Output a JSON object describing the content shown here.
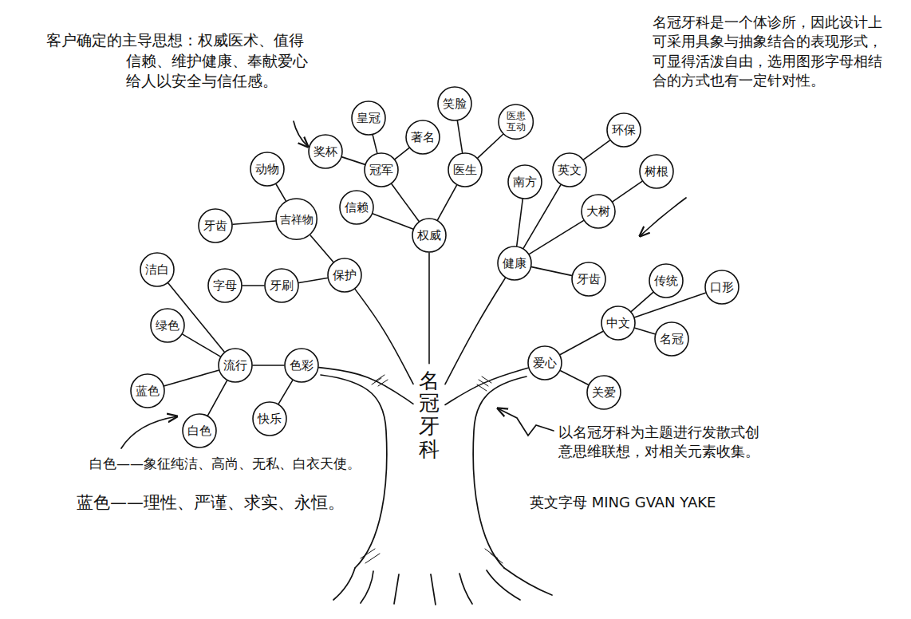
{
  "diagram": {
    "nodes": [
      {
        "text": [
          "名冠牙科"
        ]
      },
      {
        "text": [
          "权威"
        ]
      },
      {
        "text": [
          "信赖"
        ]
      },
      {
        "text": [
          "冠军"
        ]
      },
      {
        "text": [
          "奖杯"
        ]
      },
      {
        "text": [
          "皇冠"
        ]
      },
      {
        "text": [
          "著名"
        ]
      },
      {
        "text": [
          "医生"
        ]
      },
      {
        "text": [
          "笑脸"
        ]
      },
      {
        "text": [
          "医患互动"
        ]
      },
      {
        "text": [
          "保护"
        ]
      },
      {
        "text": [
          "吉祥物"
        ]
      },
      {
        "text": [
          "动物"
        ]
      },
      {
        "text": [
          "牙齿"
        ]
      },
      {
        "text": [
          "牙刷"
        ]
      },
      {
        "text": [
          "字母"
        ]
      },
      {
        "text": [
          "色彩"
        ]
      },
      {
        "text": [
          "快乐"
        ]
      },
      {
        "text": [
          "流行"
        ]
      },
      {
        "text": [
          "洁白"
        ]
      },
      {
        "text": [
          "绿色"
        ]
      },
      {
        "text": [
          "蓝色"
        ]
      },
      {
        "text": [
          "白色"
        ]
      },
      {
        "text": [
          "健康"
        ]
      },
      {
        "text": [
          "牙齿"
        ]
      },
      {
        "text": [
          "南方"
        ]
      },
      {
        "text": [
          "英文"
        ]
      },
      {
        "text": [
          "环保"
        ]
      },
      {
        "text": [
          "大树"
        ]
      },
      {
        "text": [
          "树根"
        ]
      },
      {
        "text": [
          "爱心"
        ]
      },
      {
        "text": [
          "关爱"
        ]
      },
      {
        "text": [
          "中文"
        ]
      },
      {
        "text": [
          "传统"
        ]
      },
      {
        "text": [
          "口形"
        ]
      },
      {
        "text": [
          "名冠"
        ]
      }
    ],
    "edges": [
      {
        "from": 0,
        "to": 1,
        "arrow": "none"
      },
      {
        "from": 0,
        "to": 10,
        "arrow": "none"
      },
      {
        "from": 0,
        "to": 16,
        "arrow": "none"
      },
      {
        "from": 0,
        "to": 23,
        "arrow": "none"
      },
      {
        "from": 0,
        "to": 30,
        "arrow": "none"
      },
      {
        "from": 1,
        "to": 2,
        "arrow": "none"
      },
      {
        "from": 1,
        "to": 3,
        "arrow": "none"
      },
      {
        "from": 1,
        "to": 7,
        "arrow": "none"
      },
      {
        "from": 3,
        "to": 4,
        "arrow": "none"
      },
      {
        "from": 3,
        "to": 5,
        "arrow": "none"
      },
      {
        "from": 3,
        "to": 6,
        "arrow": "none"
      },
      {
        "from": 7,
        "to": 8,
        "arrow": "none"
      },
      {
        "from": 7,
        "to": 9,
        "arrow": "none"
      },
      {
        "from": 10,
        "to": 11,
        "arrow": "none"
      },
      {
        "from": 10,
        "to": 14,
        "arrow": "none"
      },
      {
        "from": 11,
        "to": 12,
        "arrow": "none"
      },
      {
        "from": 11,
        "to": 13,
        "arrow": "none"
      },
      {
        "from": 14,
        "to": 15,
        "arrow": "none"
      },
      {
        "from": 16,
        "to": 17,
        "arrow": "none"
      },
      {
        "from": 16,
        "to": 18,
        "arrow": "none"
      },
      {
        "from": 18,
        "to": 19,
        "arrow": "none"
      },
      {
        "from": 18,
        "to": 20,
        "arrow": "none"
      },
      {
        "from": 18,
        "to": 21,
        "arrow": "none"
      },
      {
        "from": 18,
        "to": 22,
        "arrow": "none"
      },
      {
        "from": 23,
        "to": 24,
        "arrow": "none"
      },
      {
        "from": 23,
        "to": 25,
        "arrow": "none"
      },
      {
        "from": 23,
        "to": 26,
        "arrow": "none"
      },
      {
        "from": 23,
        "to": 28,
        "arrow": "none"
      },
      {
        "from": 26,
        "to": 27,
        "arrow": "none"
      },
      {
        "from": 28,
        "to": 29,
        "arrow": "none"
      },
      {
        "from": 30,
        "to": 31,
        "arrow": "none"
      },
      {
        "from": 30,
        "to": 32,
        "arrow": "none"
      },
      {
        "from": 32,
        "to": 33,
        "arrow": "none"
      },
      {
        "from": 32,
        "to": 34,
        "arrow": "none"
      },
      {
        "from": 32,
        "to": 35,
        "arrow": "none"
      }
    ],
    "labels": [
      "客户确定的主导思想：权威医术、值得信赖、维护健康、奉献爱心给人以安全与信任感。",
      "名冠牙科是一个体诊所，因此设计上可采用具象与抽象结合的表现形式，可显得活泼自由，选用图形字母相结合的方式也有一定针对性。",
      "白色——象征纯洁、高尚、无私、白衣天使。",
      "蓝色——理性、严谨、求实、永恒。",
      "以名冠牙科为主题进行发散式创意思维联想，对相关元素收集。",
      "英文字母 MING GVAN YAKE"
    ]
  }
}
